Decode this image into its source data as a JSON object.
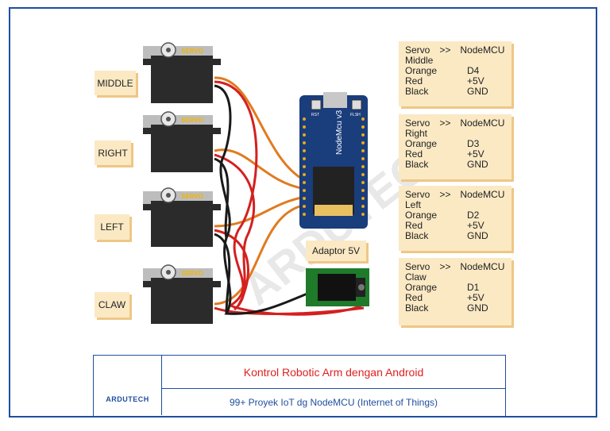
{
  "labels": {
    "middle": "MIDDLE",
    "right": "RIGHT",
    "left": "LEFT",
    "claw": "CLAW",
    "adaptor": "Adaptor 5V",
    "servo_text": "SERVO",
    "watermark": "ARDUTECH"
  },
  "board": {
    "name": "NodeMcu v3",
    "btn1": "RST",
    "btn2": "FLSH"
  },
  "notes": [
    {
      "servo": "Servo",
      "arrow": ">>",
      "target": "NodeMCU",
      "position": "Middle",
      "rows": [
        {
          "wire": "Orange",
          "pin": "D4"
        },
        {
          "wire": "Red",
          "pin": "+5V"
        },
        {
          "wire": "Black",
          "pin": "GND"
        }
      ]
    },
    {
      "servo": "Servo",
      "arrow": ">>",
      "target": "NodeMCU",
      "position": "Right",
      "rows": [
        {
          "wire": "Orange",
          "pin": "D3"
        },
        {
          "wire": "Red",
          "pin": "+5V"
        },
        {
          "wire": "Black",
          "pin": "GND"
        }
      ]
    },
    {
      "servo": "Servo",
      "arrow": ">>",
      "target": "NodeMCU",
      "position": "Left",
      "rows": [
        {
          "wire": "Orange",
          "pin": "D2"
        },
        {
          "wire": "Red",
          "pin": "+5V"
        },
        {
          "wire": "Black",
          "pin": "GND"
        }
      ]
    },
    {
      "servo": "Servo",
      "arrow": ">>",
      "target": "NodeMCU",
      "position": "Claw",
      "rows": [
        {
          "wire": "Orange",
          "pin": "D1"
        },
        {
          "wire": "Red",
          "pin": "+5V"
        },
        {
          "wire": "Black",
          "pin": "GND"
        }
      ]
    }
  ],
  "footer": {
    "logo": "ARDUTECH",
    "title": "Kontrol Robotic Arm dengan Android",
    "subtitle": "99+ Proyek IoT dg NodeMCU (Internet of Things)"
  },
  "colors": {
    "frame": "#1f4e9e",
    "wire_orange": "#e07b1f",
    "wire_red": "#d42020",
    "wire_black": "#1a1a1a",
    "note_bg": "#fbe9c4",
    "board": "#1a3d7c",
    "title": "#e02020"
  }
}
